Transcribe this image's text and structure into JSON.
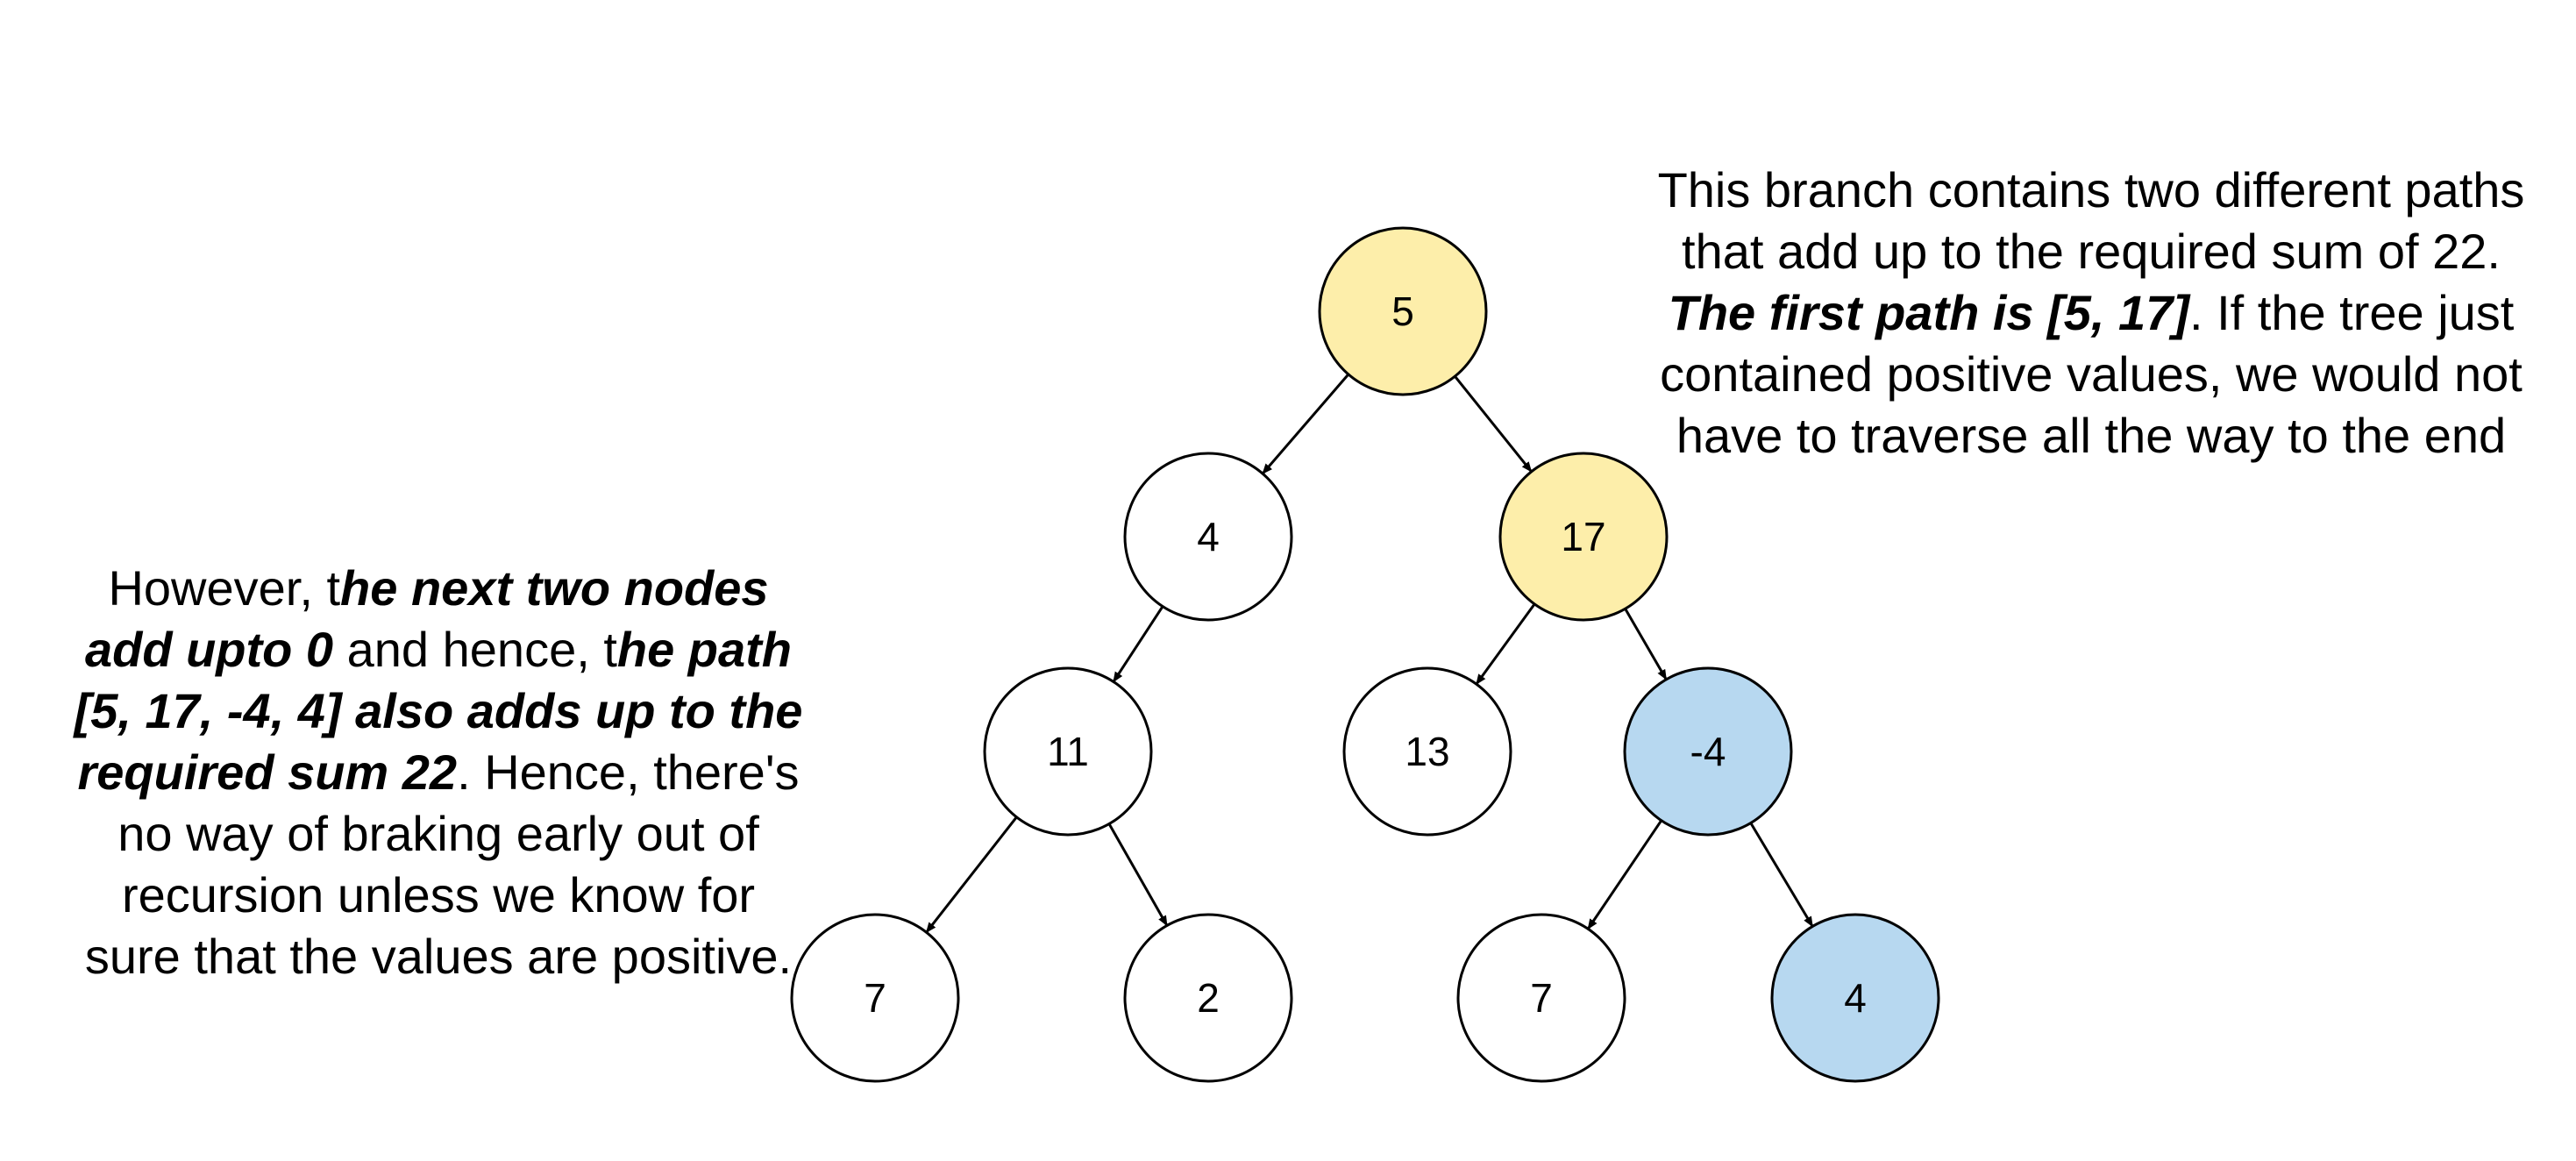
{
  "colors": {
    "highlight_sum_path": "#fdeeaa",
    "highlight_zero_pair": "#b7d8f0",
    "default_node": "#ffffff",
    "stroke": "#000000"
  },
  "tree": {
    "nodes": [
      {
        "id": "n5",
        "value": "5",
        "fill": "highlight_sum_path"
      },
      {
        "id": "n4a",
        "value": "4",
        "fill": "default_node"
      },
      {
        "id": "n17",
        "value": "17",
        "fill": "highlight_sum_path"
      },
      {
        "id": "n11",
        "value": "11",
        "fill": "default_node"
      },
      {
        "id": "n13",
        "value": "13",
        "fill": "default_node"
      },
      {
        "id": "nneg4",
        "value": "-4",
        "fill": "highlight_zero_pair"
      },
      {
        "id": "n7a",
        "value": "7",
        "fill": "default_node"
      },
      {
        "id": "n2",
        "value": "2",
        "fill": "default_node"
      },
      {
        "id": "n7b",
        "value": "7",
        "fill": "default_node"
      },
      {
        "id": "n4b",
        "value": "4",
        "fill": "highlight_zero_pair"
      }
    ],
    "edges": [
      [
        "n5",
        "n4a"
      ],
      [
        "n5",
        "n17"
      ],
      [
        "n4a",
        "n11"
      ],
      [
        "n17",
        "n13"
      ],
      [
        "n17",
        "nneg4"
      ],
      [
        "n11",
        "n7a"
      ],
      [
        "n11",
        "n2"
      ],
      [
        "nneg4",
        "n7b"
      ],
      [
        "nneg4",
        "n4b"
      ]
    ]
  },
  "notes": {
    "right": {
      "p1": "This branch contains two different paths that add up to the required sum of 22. ",
      "p2": "The first path is [5, 17]",
      "p3": ". If the tree just contained positive values, we would not have to traverse all the way to the end"
    },
    "left": {
      "p1": "However, t",
      "p2": "he next two nodes add upto 0",
      "p3": " and hence, t",
      "p4": "he path [5, 17, -4, 4] also adds up to the required sum 22",
      "p5": ". Hence, there's no way of braking early out of recursion unless we know for sure that the values are positive."
    }
  }
}
